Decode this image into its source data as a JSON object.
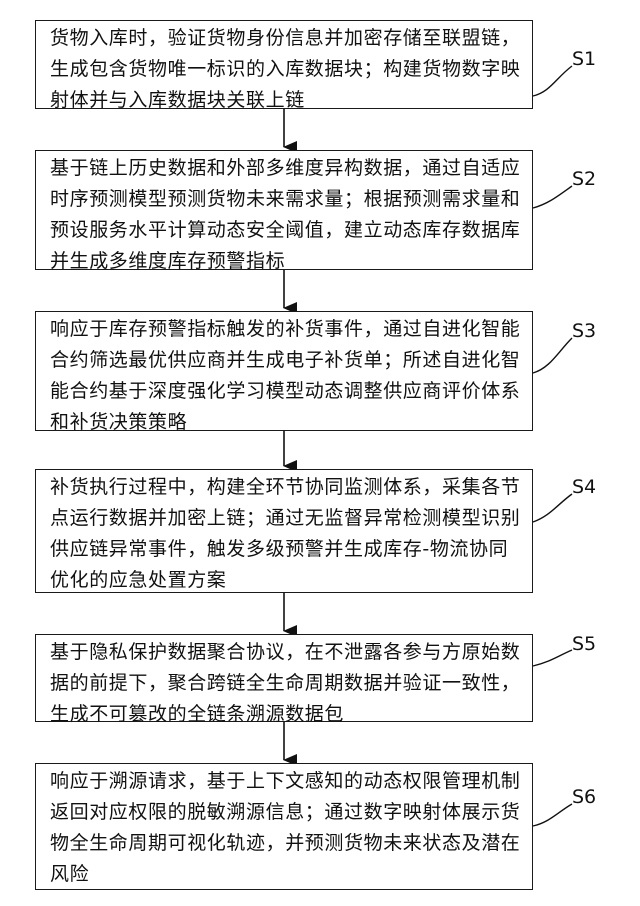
{
  "steps": [
    {
      "label": "S1",
      "text": "货物入库时，验证货物身份信息并加密存储至联盟链，生成包含货物唯一标识的入库数据块；构建货物数字映射体并与入库数据块关联上链"
    },
    {
      "label": "S2",
      "text": "基于链上历史数据和外部多维度异构数据，通过自适应时序预测模型预测货物未来需求量；根据预测需求量和预设服务水平计算动态安全阈值，建立动态库存数据库并生成多维度库存预警指标"
    },
    {
      "label": "S3",
      "text": "响应于库存预警指标触发的补货事件，通过自进化智能合约筛选最优供应商并生成电子补货单；所述自进化智能合约基于深度强化学习模型动态调整供应商评价体系和补货决策策略"
    },
    {
      "label": "S4",
      "text": "补货执行过程中，构建全环节协同监测体系，采集各节点运行数据并加密上链；通过无监督异常检测模型识别供应链异常事件，触发多级预警并生成库存-物流协同优化的应急处置方案"
    },
    {
      "label": "S5",
      "text": "基于隐私保护数据聚合协议，在不泄露各参与方原始数据的前提下，聚合跨链全生命周期数据并验证一致性，生成不可篡改的全链条溯源数据包"
    },
    {
      "label": "S6",
      "text": "响应于溯源请求，基于上下文感知的动态权限管理机制返回对应权限的脱敏溯源信息；通过数字映射体展示货物全生命周期可视化轨迹，并预测货物未来状态及潜在风险"
    }
  ]
}
